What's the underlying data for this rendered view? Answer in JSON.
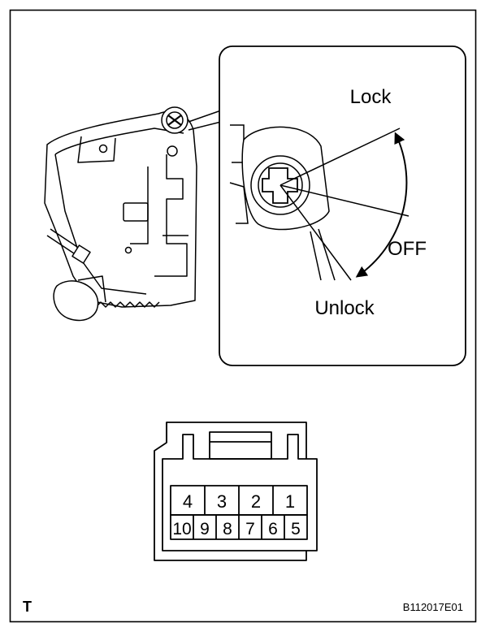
{
  "detail_view": {
    "labels": {
      "lock": "Lock",
      "off": "OFF",
      "unlock": "Unlock"
    }
  },
  "connector": {
    "top_row": [
      "4",
      "3",
      "2",
      "1"
    ],
    "bottom_row": [
      "10",
      "9",
      "8",
      "7",
      "6",
      "5"
    ]
  },
  "footer": {
    "corner_mark": "T",
    "figure_code": "B112017E01"
  }
}
